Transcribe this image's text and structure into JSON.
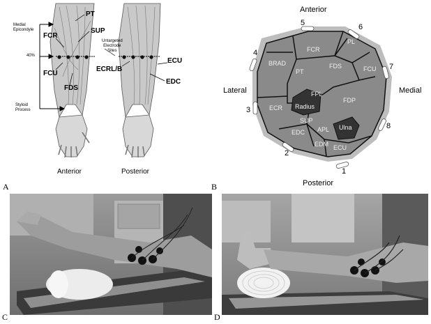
{
  "panel_letters": {
    "a": "A",
    "b": "B",
    "c": "C",
    "d": "D"
  },
  "panel_a": {
    "medial_epicondyle": [
      "Medial",
      "Epicondyle"
    ],
    "pct": "40%",
    "styloid": [
      "Styloid",
      "Process"
    ],
    "untargeted": [
      "Untargeted",
      "Electrode",
      "Sites"
    ],
    "muscles": {
      "pt": "PT",
      "sup": "SUP",
      "fcr": "FCR",
      "fcu": "FCU",
      "fds": "FDS",
      "ecrlb": "ECRL/B",
      "ecu": "ECU",
      "edc": "EDC"
    },
    "anterior": "Anterior",
    "posterior": "Posterior"
  },
  "panel_b": {
    "anterior": "Anterior",
    "posterior": "Posterior",
    "lateral": "Lateral",
    "medial": "Medial",
    "electrodes": [
      "1",
      "2",
      "3",
      "4",
      "5",
      "6",
      "7",
      "8"
    ],
    "regions": {
      "fcr": "FCR",
      "pl": "PL",
      "brad": "BRAD",
      "pt": "PT",
      "fds": "FDS",
      "fcu": "FCU",
      "ecr": "ECR",
      "fpl": "FPL",
      "radius": "Radius",
      "fdp": "FDP",
      "sup": "SUP",
      "apl": "APL",
      "ulna": "Ulna",
      "edc": "EDC",
      "edm": "EDM",
      "ecu": "ECU"
    }
  }
}
